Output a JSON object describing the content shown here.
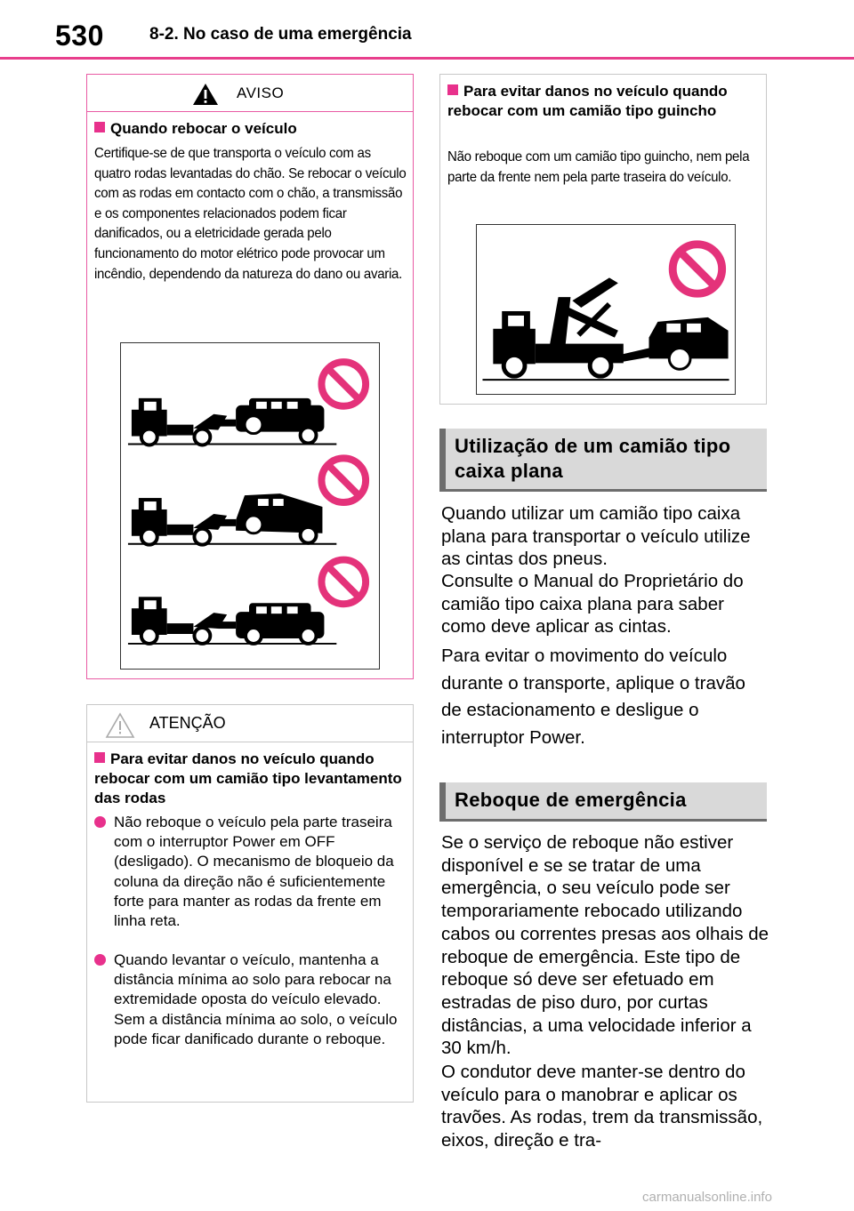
{
  "header": {
    "page_number": "530",
    "section_title": "8-2. No caso de uma emergência",
    "accent_color": "#e83e8c"
  },
  "aviso": {
    "label": "AVISO",
    "icon": "warning-triangle-icon",
    "subheading": "Quando rebocar o veículo",
    "text": "Certifique-se de que transporta o veículo com as quatro rodas levantadas do chão. Se rebocar o veículo com as rodas em contacto com o chão, a transmissão e os componentes relacionados podem ficar danificados, ou a eletricidade gerada pelo funcionamento do motor elétrico pode provocar um incêndio, dependendo da natureza do dano ou avaria.",
    "illustration_icons": [
      "no-towing-front-lift-icon",
      "no-towing-rear-lift-icon",
      "no-towing-flat-icon"
    ]
  },
  "atencao": {
    "label": "ATENÇÃO",
    "icon": "caution-triangle-icon",
    "subheading": "Para evitar danos no veículo quando rebocar com um camião tipo levantamento das rodas",
    "bullets": [
      "Não reboque o veículo pela parte traseira com o interruptor Power em OFF (desligado). O mecanismo de bloqueio da coluna da direção não é suficientemente forte para manter as rodas da frente em linha reta.",
      "Quando levantar o veículo, mantenha a distância mínima ao solo para rebocar na extremidade oposta do veículo elevado. Sem a distância mínima ao solo, o veículo pode ficar danificado durante o reboque."
    ]
  },
  "right_box": {
    "subheading": "Para evitar danos no veículo quando rebocar com um camião tipo guincho",
    "text": "Não reboque com um camião tipo guincho, nem pela parte da frente nem pela parte traseira do veículo.",
    "illustration_icon": "no-sling-tow-truck-icon"
  },
  "section1": {
    "heading": "Utilização de um camião tipo caixa plana",
    "p1": "Quando utilizar um camião tipo caixa plana para transportar o veículo utilize as cintas dos pneus.",
    "p2": "Consulte o Manual do Proprietário do camião tipo caixa plana para saber como deve aplicar as cintas.",
    "p3": "Para evitar o movimento do veículo durante o transporte, aplique o travão de estacionamento e desligue o interruptor Power."
  },
  "section2": {
    "heading": "Reboque de emergência",
    "p1": "Se o serviço de reboque não estiver disponível e se se tratar de uma emergência, o seu veículo pode ser temporariamente rebocado utilizando cabos ou correntes presas aos olhais de reboque de emergência. Este tipo de reboque só deve ser efetuado em estradas de piso duro, por curtas distâncias, a uma velocidade inferior a 30 km/h.",
    "p2": "O condutor deve manter-se dentro do veículo para o manobrar e aplicar os travões. As rodas, trem da transmissão, eixos, direção e tra-"
  },
  "watermark": "carmanualsonline.info"
}
